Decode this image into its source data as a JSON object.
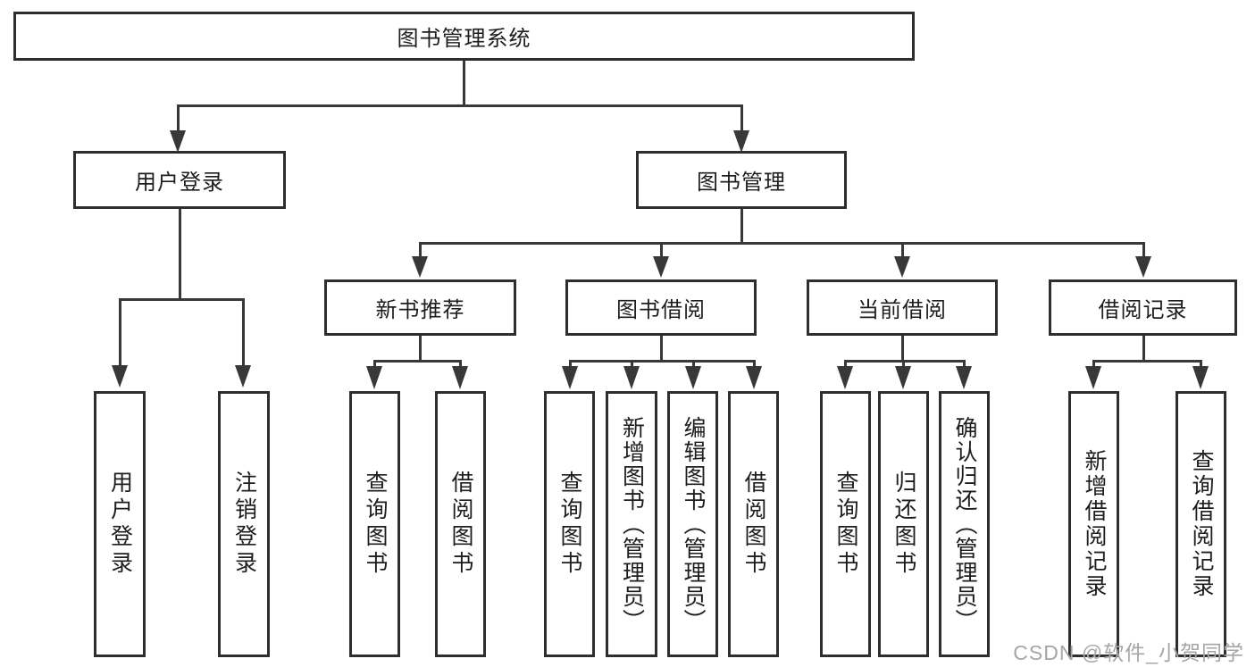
{
  "tree": {
    "label": "图书管理系统",
    "children": [
      {
        "label": "用户登录",
        "children": [
          {
            "label": "用户登录"
          },
          {
            "label": "注销登录"
          }
        ]
      },
      {
        "label": "图书管理",
        "children": [
          {
            "label": "新书推荐",
            "children": [
              {
                "label": "查询图书"
              },
              {
                "label": "借阅图书"
              }
            ]
          },
          {
            "label": "图书借阅",
            "children": [
              {
                "label": "查询图书"
              },
              {
                "label": "新增图书（管理员）"
              },
              {
                "label": "编辑图书（管理员）"
              },
              {
                "label": "借阅图书"
              }
            ]
          },
          {
            "label": "当前借阅",
            "children": [
              {
                "label": "查询图书"
              },
              {
                "label": "归还图书"
              },
              {
                "label": "确认归还（管理员）"
              }
            ]
          },
          {
            "label": "借阅记录",
            "children": [
              {
                "label": "新增借阅记录"
              },
              {
                "label": "查询借阅记录"
              }
            ]
          }
        ]
      }
    ]
  },
  "colors": {
    "line": "#383838",
    "border": "#2e2e2e",
    "text": "#1d1d1f",
    "watermark": "#a6a6a6"
  },
  "watermark": {
    "text": "CSDN @软件_小贺同学"
  }
}
